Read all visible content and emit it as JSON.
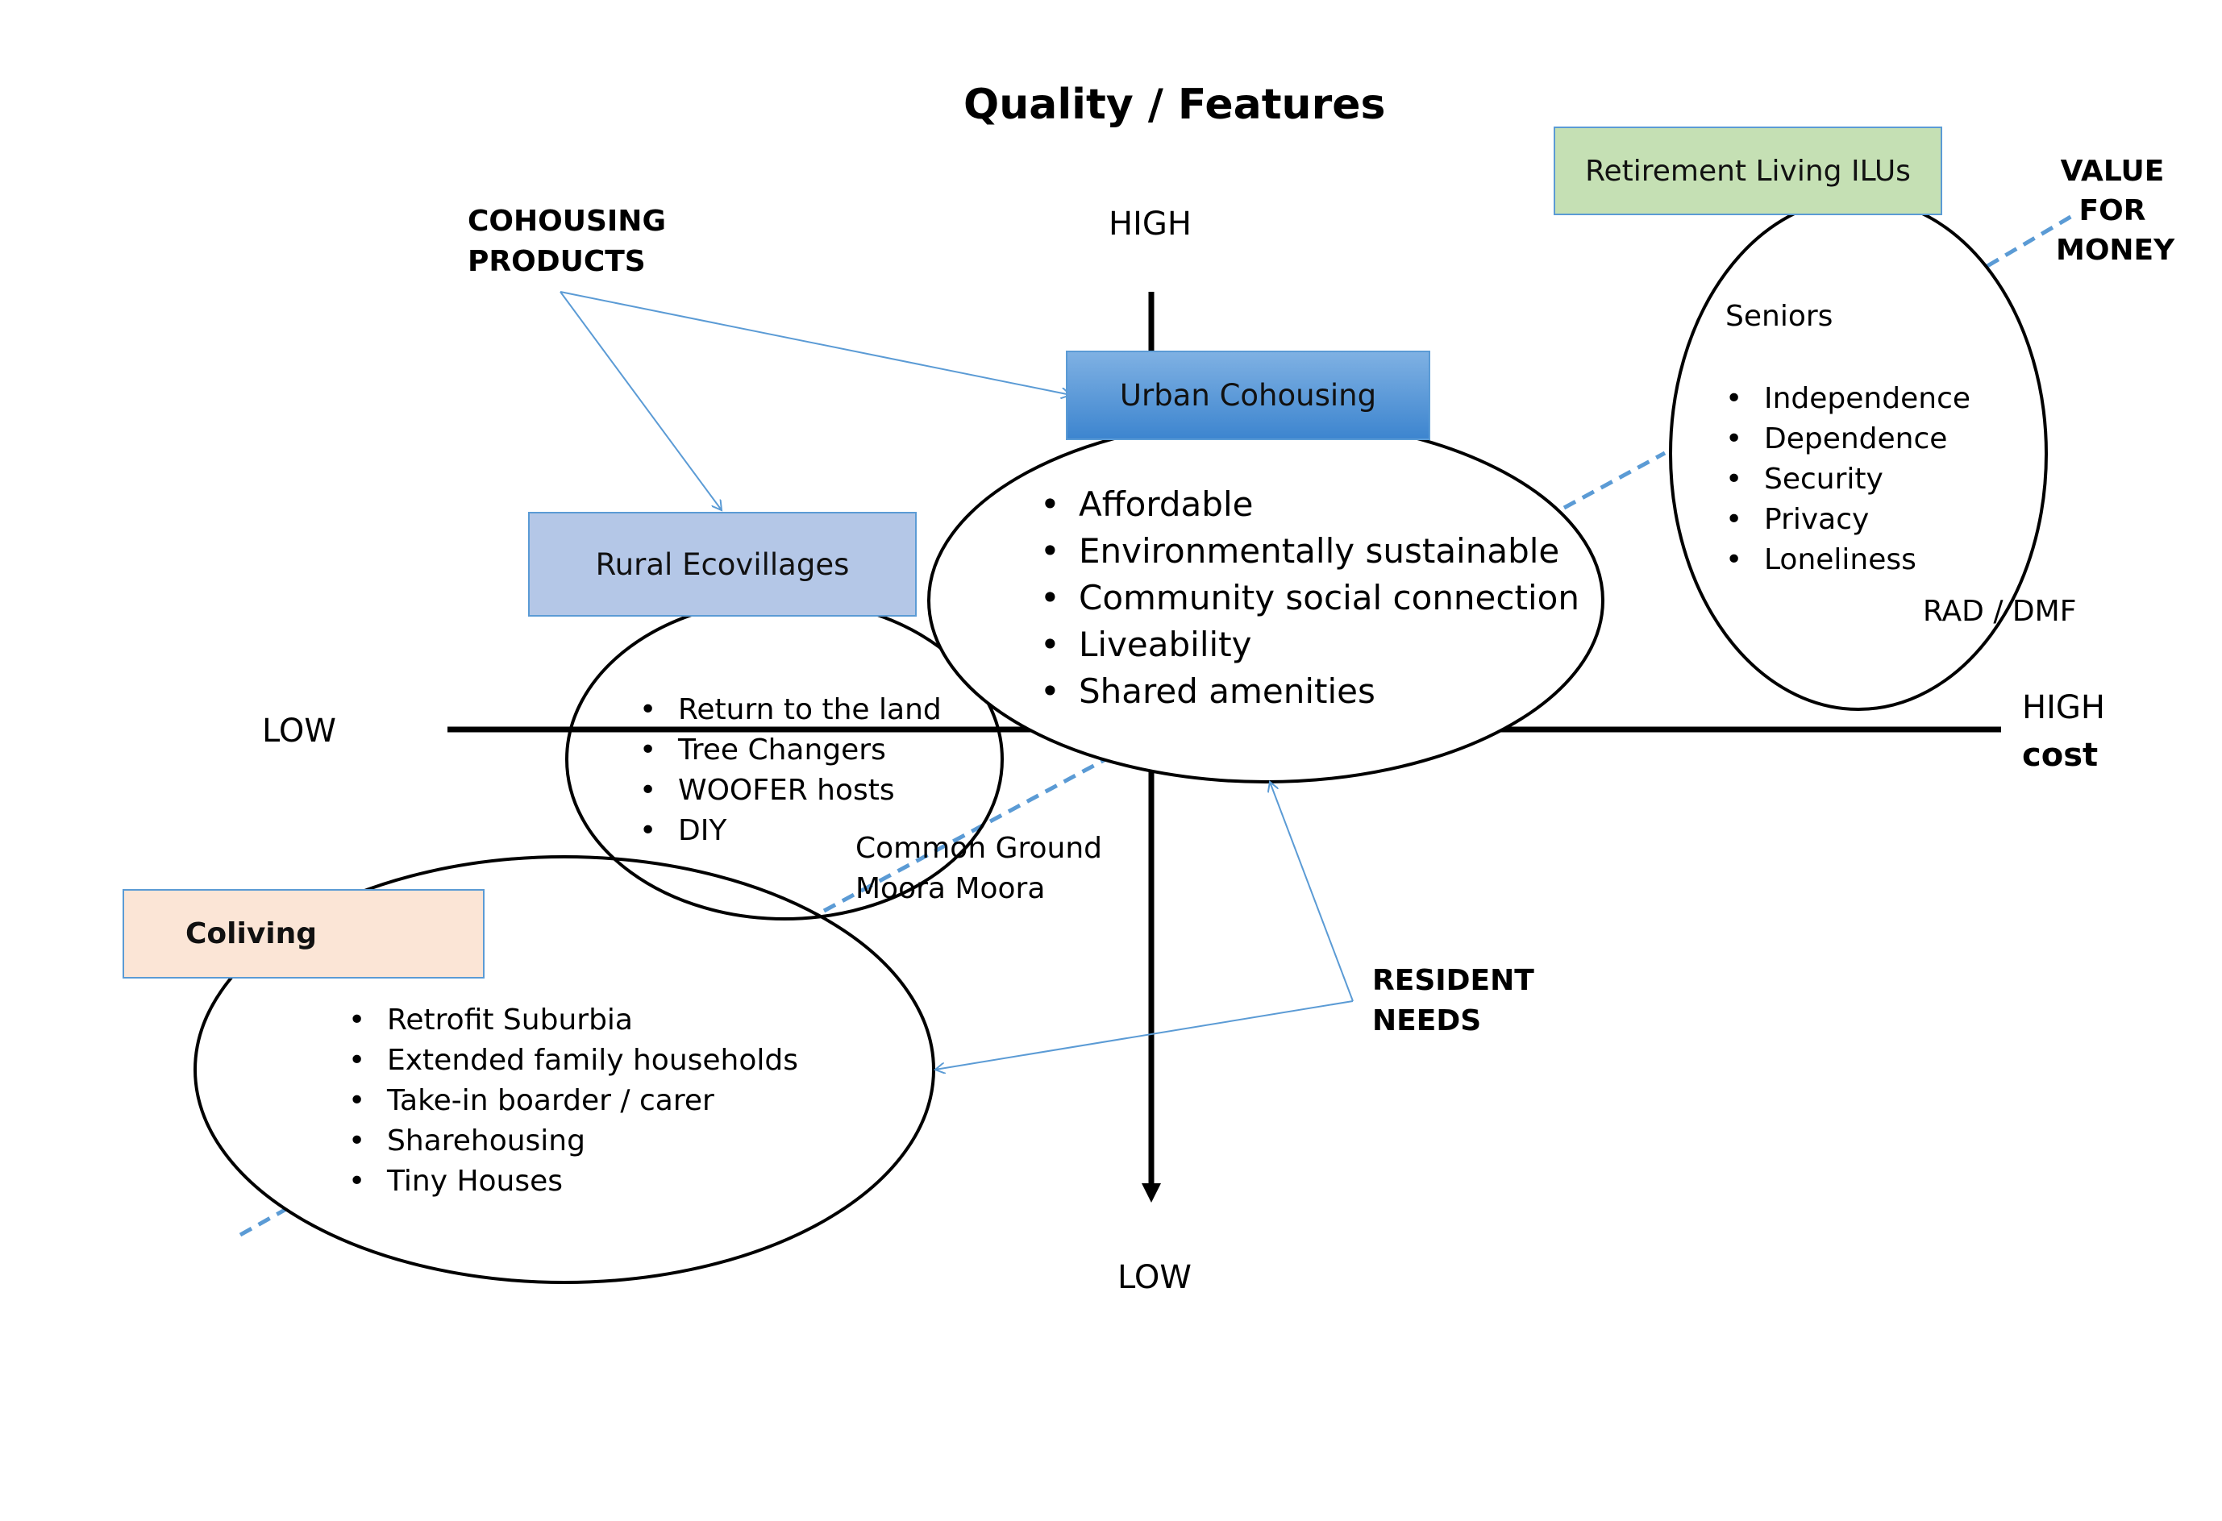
{
  "title": "Quality / Features",
  "axes": {
    "y_high": "HIGH",
    "y_low": "LOW",
    "x_low": "LOW",
    "x_high": "HIGH",
    "x_name": "cost"
  },
  "labels": {
    "cohousing_products": [
      "COHOUSING",
      "PRODUCTS"
    ],
    "resident_needs": [
      "RESIDENT",
      "NEEDS"
    ],
    "value_for_money": [
      "VALUE",
      "FOR",
      "MONEY"
    ]
  },
  "boxes": {
    "urban_cohousing": "Urban Cohousing",
    "rural_ecovillages": "Rural Ecovillages",
    "retirement_living": "Retirement Living ILUs",
    "coliving": "Coliving"
  },
  "urban_items": [
    "Affordable",
    "Environmentally sustainable",
    "Community social connection",
    "Liveability",
    "Shared amenities"
  ],
  "rural_items": [
    "Return to the land",
    "Tree Changers",
    "WOOFER hosts",
    "DIY"
  ],
  "common_ground": [
    "Common Ground",
    "Moora Moora"
  ],
  "coliving_items": [
    "Retrofit Suburbia",
    "Extended family households",
    "Take-in boarder / carer",
    "Sharehousing",
    "Tiny Houses"
  ],
  "seniors": {
    "heading": "Seniors",
    "items": [
      "Independence",
      "Dependence",
      "Security",
      "Privacy",
      "Loneliness"
    ],
    "note": "RAD / DMF"
  },
  "colors": {
    "urban_box": "#5b9bd5",
    "rural_box": "#b4c7e7",
    "retirement_box": "#c5e0b4",
    "coliving_box": "#fbe5d6",
    "box_border": "#5b9bd5",
    "dashed_line": "#5b9bd5",
    "arrow_line": "#5b9bd5"
  }
}
